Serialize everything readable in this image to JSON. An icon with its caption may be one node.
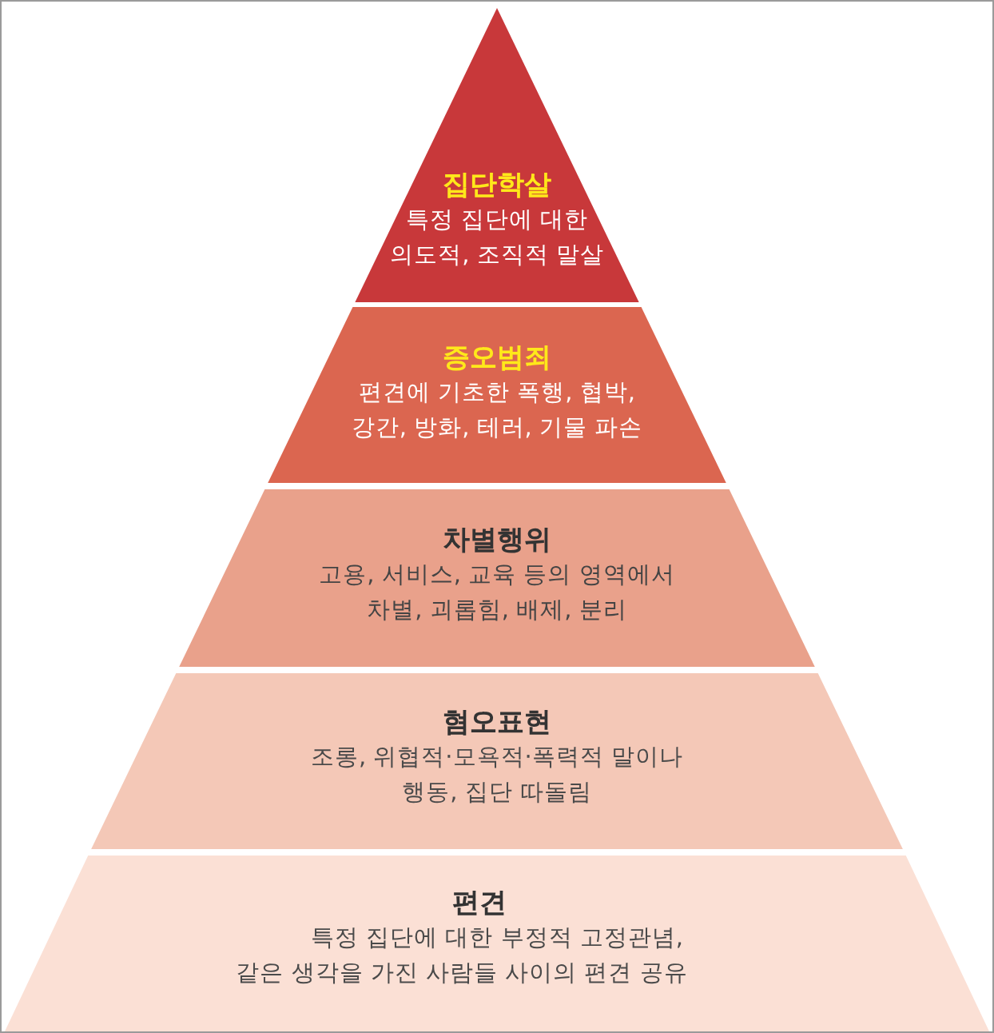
{
  "diagram": {
    "nodes": [
      {
        "text": [
          "집단학살",
          "특정 집단에 대한 의도적, 조직적 말살"
        ]
      },
      {
        "text": [
          "증오범죄",
          "편견에 기초한 폭행, 협박, 강간, 방화, 테러, 기물 파손"
        ]
      },
      {
        "text": [
          "차별행위",
          "고용, 서비스, 교육 등의 영역에서 차별, 괴롭힘, 배제, 분리"
        ]
      },
      {
        "text": [
          "혐오표현",
          "조롱, 위협적·모욕적·폭력적 말이나 행동, 집단 따돌림"
        ]
      },
      {
        "text": [
          "편견",
          "특정 집단에 대한 부정적 고정관념, 같은 생각을 가진 사람들 사이의 편견 공유"
        ]
      }
    ]
  }
}
